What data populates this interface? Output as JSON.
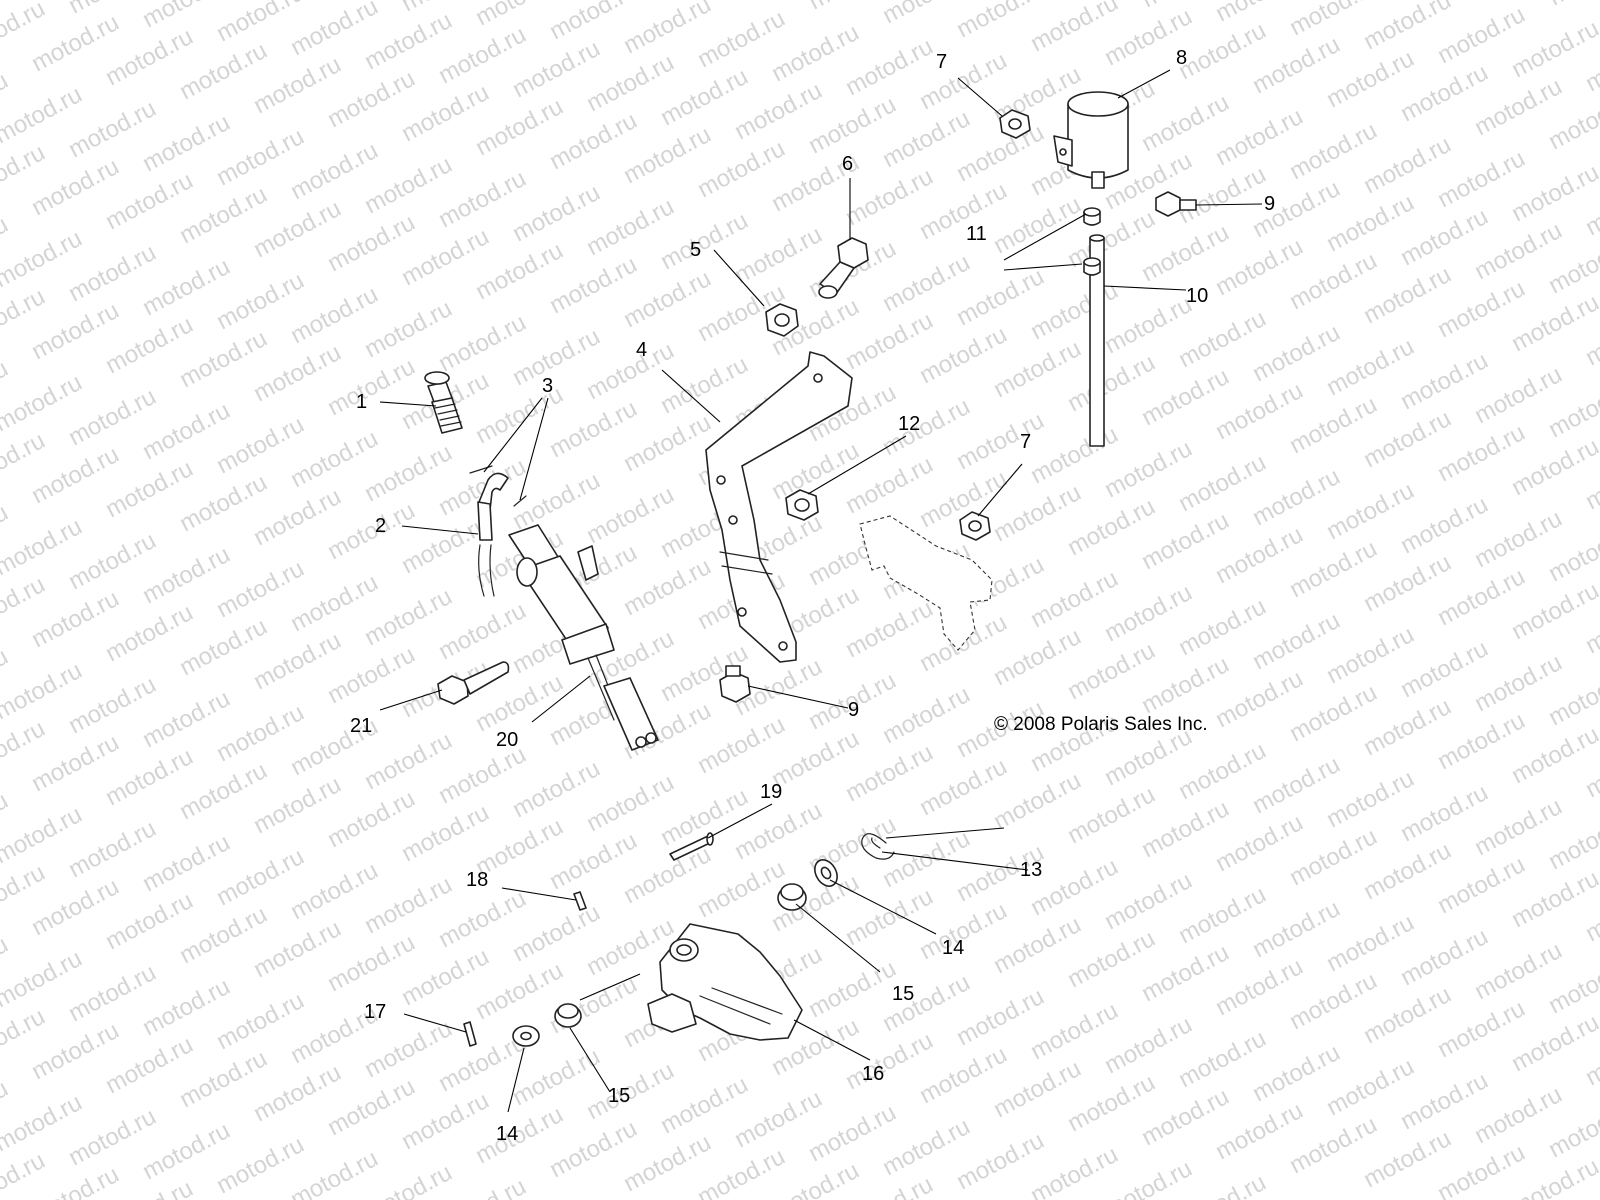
{
  "watermark": "motod.ru",
  "copyright": "© 2008 Polaris Sales Inc.",
  "callouts": {
    "c1": "1",
    "c2": "2",
    "c3": "3",
    "c4": "4",
    "c5": "5",
    "c6": "6",
    "c7a": "7",
    "c7b": "7",
    "c8": "8",
    "c9a": "9",
    "c9b": "9",
    "c10": "10",
    "c11": "11",
    "c12": "12",
    "c13": "13",
    "c14a": "14",
    "c14b": "14",
    "c15a": "15",
    "c15b": "15",
    "c16": "16",
    "c17": "17",
    "c18": "18",
    "c19": "19",
    "c20": "20",
    "c21": "21"
  }
}
